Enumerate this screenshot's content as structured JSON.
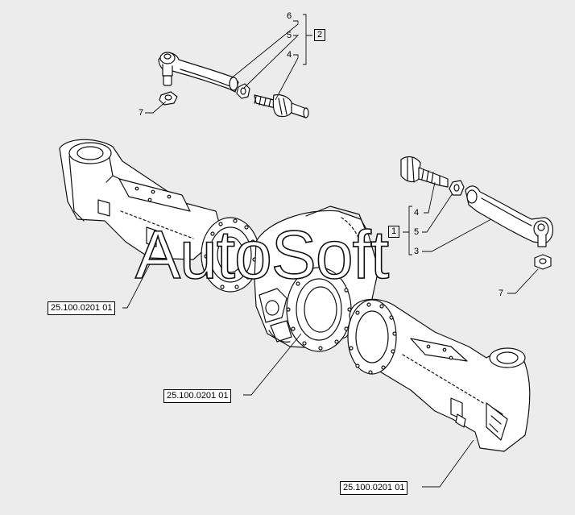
{
  "callouts": {
    "c6_top": "6",
    "c5_top": "5",
    "c4_top": "4",
    "c7_top": "7",
    "c4_right": "4",
    "c5_right": "5",
    "c3_right": "3",
    "c7_right": "7"
  },
  "group_boxes": {
    "g2": "2",
    "g1": "1"
  },
  "references": {
    "ref_left": "25.100.0201 01",
    "ref_center": "25.100.0201 01",
    "ref_bottom": "25.100.0201 01"
  },
  "watermark": {
    "text": "AutoSoft"
  }
}
